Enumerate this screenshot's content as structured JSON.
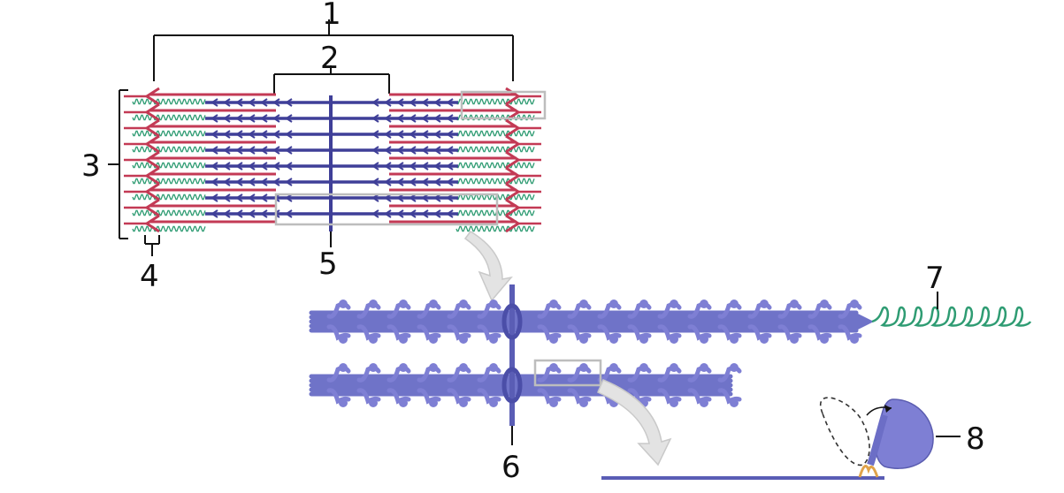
{
  "labels": [
    {
      "id": "1",
      "text": "1"
    },
    {
      "id": "2",
      "text": "2"
    },
    {
      "id": "3",
      "text": "3"
    },
    {
      "id": "4",
      "text": "4"
    },
    {
      "id": "5",
      "text": "5"
    },
    {
      "id": "6",
      "text": "6"
    },
    {
      "id": "7",
      "text": "7"
    },
    {
      "id": "8",
      "text": "8"
    }
  ],
  "colors": {
    "thick_filament": "#3f3f98",
    "thin_filament": "#c33a55",
    "titin": "#2f9c73",
    "myosin_3d": "#6f73c8",
    "myosin_head": "#7e7fd4",
    "hinge": "#e0a34a",
    "outline_box": "#bdbdbd",
    "arrow_fill": "#e3e3e3",
    "label": "#111111"
  },
  "icons": {
    "callout_arrow": "curved-arrow-icon",
    "rotation_arrow": "rotation-arrow-icon"
  }
}
